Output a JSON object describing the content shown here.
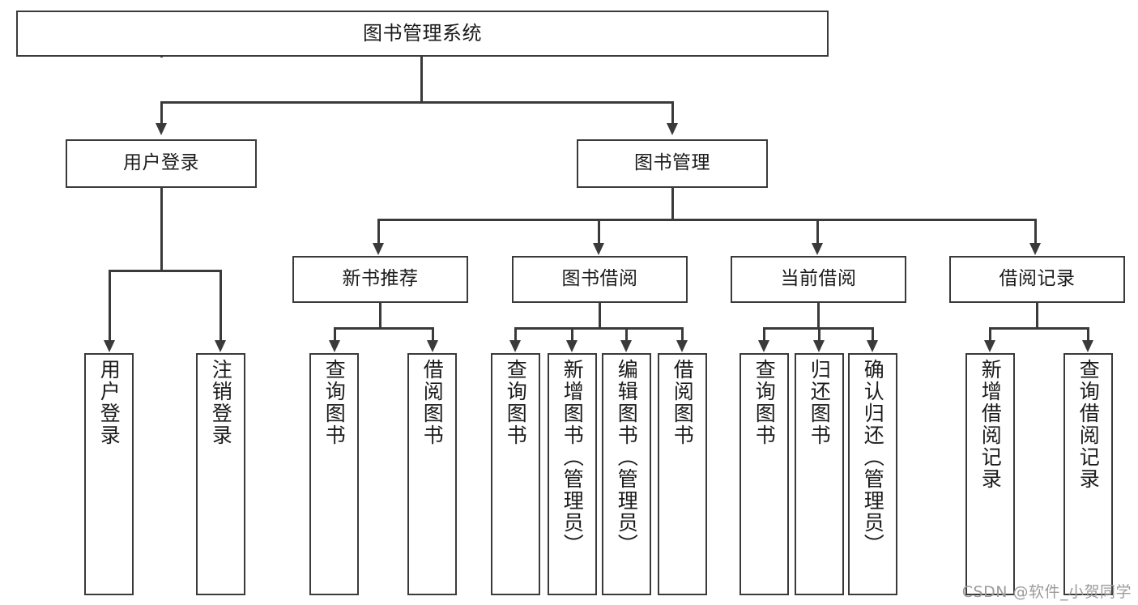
{
  "diagram": {
    "title": "图书管理系统",
    "type": "hierarchy-tree",
    "levels": 4,
    "root": {
      "id": "root",
      "label": "图书管理系统"
    },
    "level2": [
      {
        "id": "user-login",
        "label": "用户登录"
      },
      {
        "id": "book-manage",
        "label": "图书管理"
      }
    ],
    "level3": [
      {
        "id": "new-book-rec",
        "label": "新书推荐",
        "parent": "book-manage"
      },
      {
        "id": "book-borrow",
        "label": "图书借阅",
        "parent": "book-manage"
      },
      {
        "id": "current-borrow",
        "label": "当前借阅",
        "parent": "book-manage"
      },
      {
        "id": "borrow-record",
        "label": "借阅记录",
        "parent": "book-manage"
      }
    ],
    "leaves": {
      "user-login": [
        {
          "id": "leaf-user-login",
          "label": "用户登录"
        },
        {
          "id": "leaf-user-logout",
          "label": "注销登录"
        }
      ],
      "new-book-rec": [
        {
          "id": "leaf-query-book-1",
          "label": "查询图书"
        },
        {
          "id": "leaf-borrow-book-1",
          "label": "借阅图书"
        }
      ],
      "book-borrow": [
        {
          "id": "leaf-query-book-2",
          "label": "查询图书"
        },
        {
          "id": "leaf-add-book",
          "label": "新增图书（管理员）"
        },
        {
          "id": "leaf-edit-book",
          "label": "编辑图书（管理员）"
        },
        {
          "id": "leaf-borrow-book-2",
          "label": "借阅图书"
        }
      ],
      "current-borrow": [
        {
          "id": "leaf-query-book-3",
          "label": "查询图书"
        },
        {
          "id": "leaf-return-book",
          "label": "归还图书"
        },
        {
          "id": "leaf-confirm-return",
          "label": "确认归还（管理员）"
        }
      ],
      "borrow-record": [
        {
          "id": "leaf-add-record",
          "label": "新增借阅记录"
        },
        {
          "id": "leaf-query-record",
          "label": "查询借阅记录"
        }
      ]
    },
    "colors": {
      "stroke": "#3a3a3a",
      "fill": "#ffffff",
      "text": "#1b1b1b",
      "watermark": "#9b9b9b"
    }
  },
  "watermark": {
    "text": "CSDN @软件_小贺同学"
  }
}
